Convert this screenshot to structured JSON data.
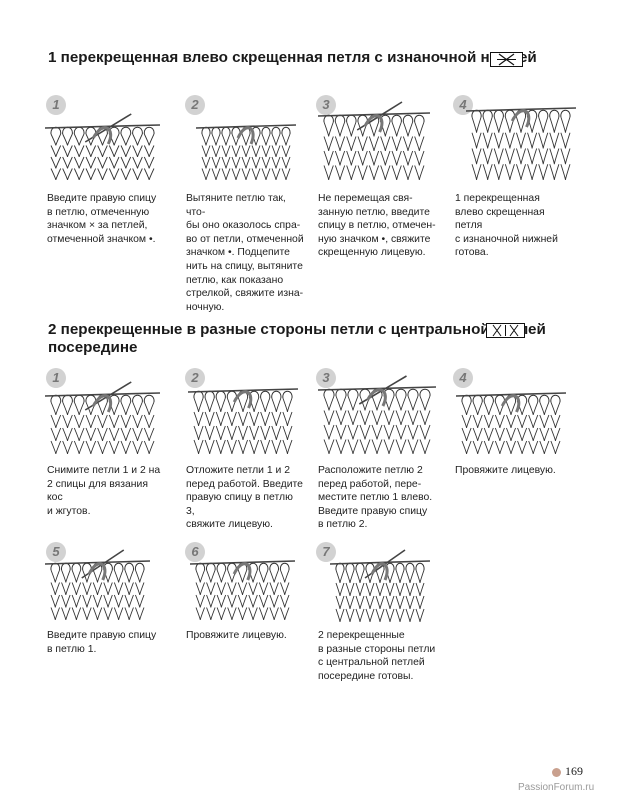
{
  "section1": {
    "title": "1 перекрещенная влево скрещенная петля с изнаночной нижней",
    "steps": [
      {
        "num": "1",
        "caption": "Введите правую спицу\nв петлю, отмеченную\nзначком × за петлей,\nотмеченной значком •."
      },
      {
        "num": "2",
        "caption": "Вытяните петлю так, что-\nбы оно оказолось спра-\nво от петли, отмеченной\nзначком •. Подцепите\nнить на спицу, вытяните\nпетлю, как показано\nстрелкой, свяжите изна-\nночную."
      },
      {
        "num": "3",
        "caption": "Не перемещая свя-\nзанную петлю, введите\nспицу в петлю, отмечен-\nную значком •, свяжите\nскрещенную лицевую."
      },
      {
        "num": "4",
        "caption": "1 перекрещенная\nвлево скрещенная петля\nс изнаночной нижней\nготова."
      }
    ]
  },
  "section2": {
    "title_line1": "2 перекрещенные в разные стороны петли с центральной петлей",
    "title_line2": "посередине",
    "steps": [
      {
        "num": "1",
        "caption": "Снимите петли 1 и 2 на\n2 спицы для вязания кос\nи жгутов."
      },
      {
        "num": "2",
        "caption": "Отложите петли 1 и 2\nперед работой. Введите\nправую спицу в петлю 3,\nсвяжите лицевую."
      },
      {
        "num": "3",
        "caption": "Расположите петлю 2\nперед работой, пере-\nместите петлю 1 влево.\nВведите правую спицу\nв петлю 2."
      },
      {
        "num": "4",
        "caption": "Провяжите лицевую."
      },
      {
        "num": "5",
        "caption": "Введите правую спицу\nв петлю 1."
      },
      {
        "num": "6",
        "caption": "Провяжите лицевую."
      },
      {
        "num": "7",
        "caption": "2 перекрещенные\nв разные стороны петли\nс центральной петлей\nпосередине готовы."
      }
    ]
  },
  "page_number": "169",
  "watermark": "PassionForum.ru"
}
